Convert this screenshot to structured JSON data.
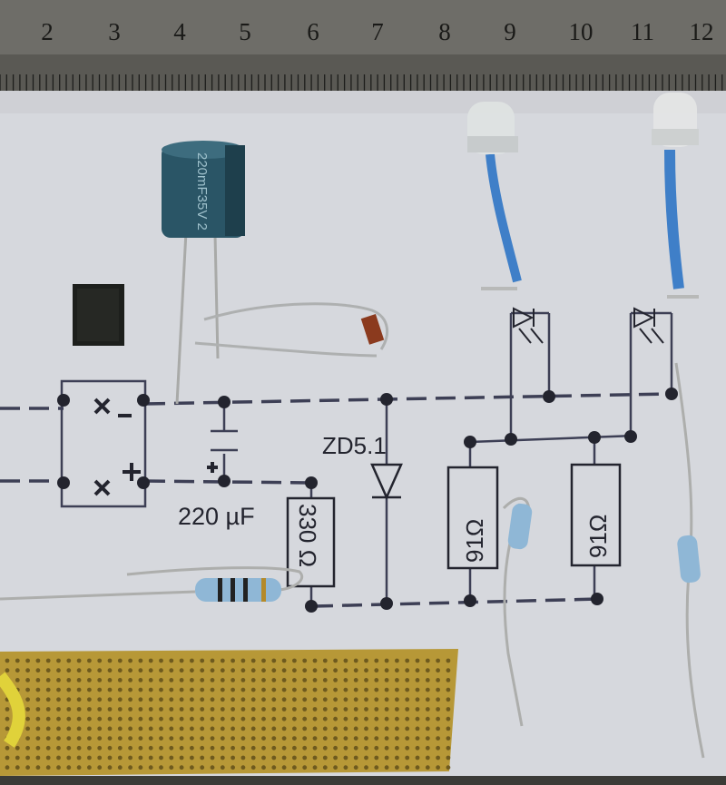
{
  "ruler": {
    "numbers": [
      "2",
      "3",
      "4",
      "5",
      "6",
      "7",
      "8",
      "9",
      "10",
      "11",
      "12"
    ]
  },
  "labels": {
    "zener": "ZD5.1",
    "capacitor": "220 µF",
    "resistor_330": "330 Ω",
    "resistor_91_left": "91Ω",
    "resistor_91_right": "91Ω",
    "cap_marking": "220mF35V 2"
  },
  "colors": {
    "paper": "#d8dadf",
    "ruler": "#6b6b66",
    "wire": "#40405a",
    "led_lead": "#3f7fc8",
    "capacitor_body": "#2d5566",
    "stripboard": "#b89a3a"
  }
}
